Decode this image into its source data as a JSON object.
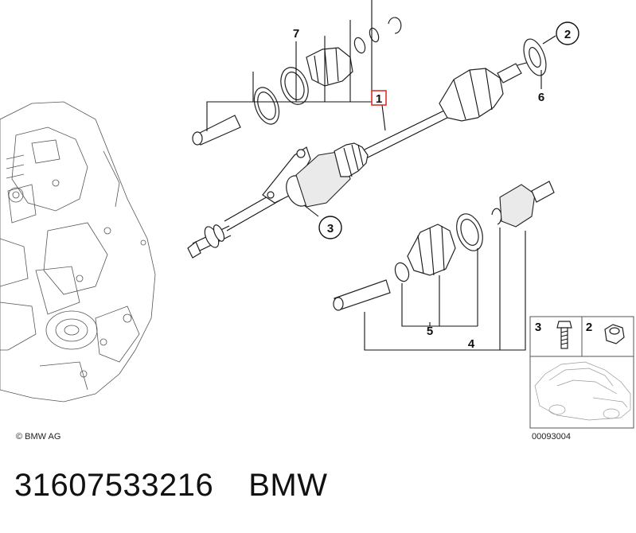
{
  "callouts": {
    "c1": "1",
    "c2": "2",
    "c3": "3",
    "c4": "4",
    "c5": "5",
    "c6": "6",
    "c7": "7"
  },
  "inset": {
    "label_bolt": "3",
    "label_nut": "2",
    "drawing_number": "00093004"
  },
  "copyright": "© BMW AG",
  "footer": {
    "part_number": "31607533216",
    "brand": "BMW"
  },
  "colors": {
    "highlight_box": "#d9342b",
    "ink": "#111111"
  }
}
